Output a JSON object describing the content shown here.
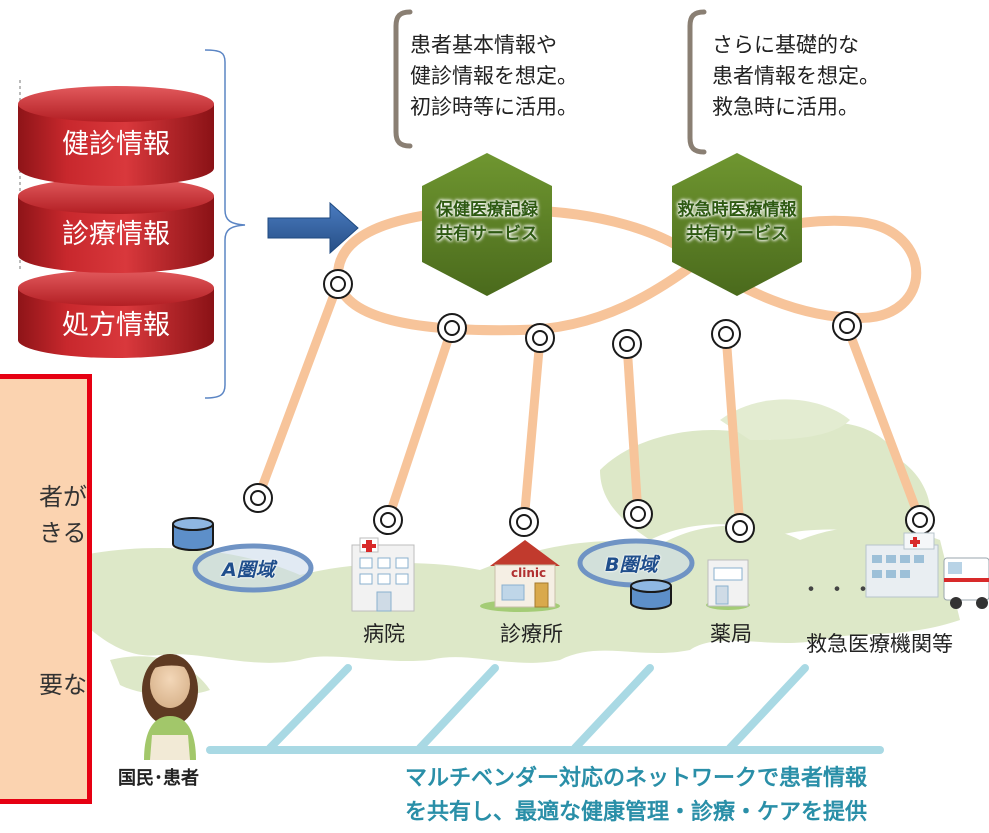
{
  "records": {
    "items": [
      {
        "label": "健診情報"
      },
      {
        "label": "診療情報"
      },
      {
        "label": "処方情報"
      }
    ]
  },
  "notes": {
    "left_lines": [
      "患者基本情報や",
      "健診情報を想定。",
      "初診時等に活用。"
    ],
    "right_lines": [
      "さらに基礎的な",
      "患者情報を想定。",
      "救急時に活用。"
    ]
  },
  "services": {
    "health_lines": [
      "保健医療記録",
      "共有サービス"
    ],
    "emergency_lines": [
      "救急時医療情報",
      "共有サービス"
    ]
  },
  "regions": {
    "a": "A圏域",
    "b": "B圏域"
  },
  "facilities": {
    "hospital": "病院",
    "clinic": "診療所",
    "clinic_sign": "clinic",
    "pharmacy": "薬局",
    "ellipsis": "・・・",
    "emergency": "救急医療機関等"
  },
  "citizen": {
    "label": "国民･患者"
  },
  "panel": {
    "line1": "者が",
    "line2": "きる",
    "line3": "要な"
  },
  "message": {
    "line1": "マルチベンダー対応のネットワークで患者情報",
    "line2": "を共有し、最適な健康管理・診療・ケアを提供"
  },
  "colors": {
    "cylinder": "#c0262a",
    "ring": "#f7c49a",
    "hexagon": "#5c7f25",
    "arrow": "#2f5f9e",
    "network": "#a9d9e4",
    "map": "#dde8c8",
    "panel_border": "#e60012",
    "panel_fill": "#fbd3b0"
  }
}
